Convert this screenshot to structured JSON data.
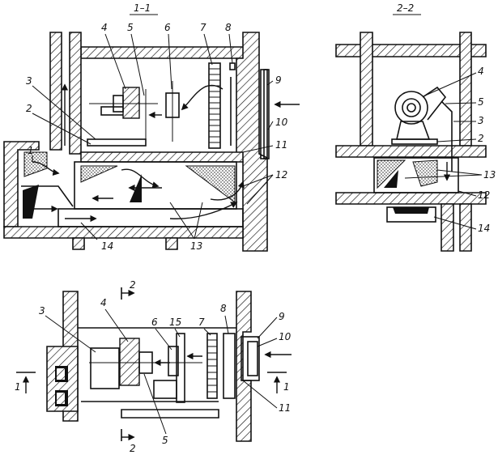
{
  "views": {
    "section_1_1": {
      "title": "1–1"
    },
    "section_2_2": {
      "title": "2–2"
    },
    "plan": {
      "cut_1_left": "1",
      "cut_1_right": "1",
      "cut_2_top": "2",
      "cut_2_bottom": "2"
    }
  },
  "callouts": {
    "v1": [
      "1",
      "2",
      "3",
      "4",
      "5",
      "6",
      "7",
      "8",
      "9",
      "10",
      "11",
      "12",
      "13",
      "14"
    ],
    "v2": [
      "4",
      "5",
      "3",
      "2",
      "13",
      "12",
      "14"
    ],
    "v3": [
      "3",
      "4",
      "6",
      "15",
      "7",
      "8",
      "9",
      "10",
      "11",
      "5"
    ]
  },
  "colors": {
    "ink": "#111111",
    "paper": "#ffffff"
  }
}
